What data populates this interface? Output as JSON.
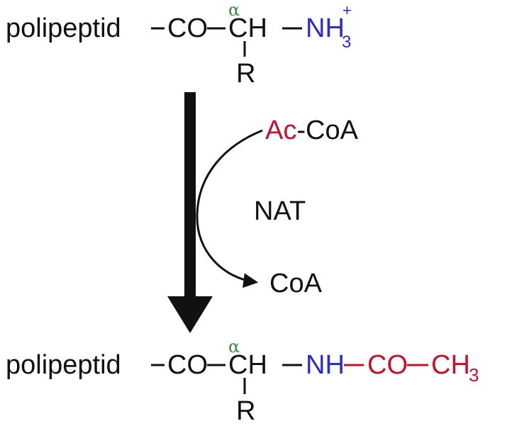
{
  "colors": {
    "black": "#111111",
    "blue": "#2b2bd6",
    "red": "#c8102e",
    "green": "#3b8a3b"
  },
  "top_molecule": {
    "polypeptide": "polipeptid",
    "carbonyl": "CO",
    "alpha": "α",
    "alpha_carbon": "CH",
    "amino": "NH",
    "amino_subscript": "3",
    "amino_charge": "+",
    "side_chain": "R"
  },
  "reaction": {
    "cofactor_in_acyl": "Ac",
    "cofactor_in_rest": "-CoA",
    "enzyme": "NAT",
    "cofactor_out": "CoA"
  },
  "bottom_molecule": {
    "polypeptide": "polipeptid",
    "carbonyl": "CO",
    "alpha": "α",
    "alpha_carbon": "CH",
    "amide_nh": "NH",
    "acetyl_co": "CO",
    "methyl": "CH",
    "methyl_subscript": "3",
    "side_chain": "R"
  }
}
